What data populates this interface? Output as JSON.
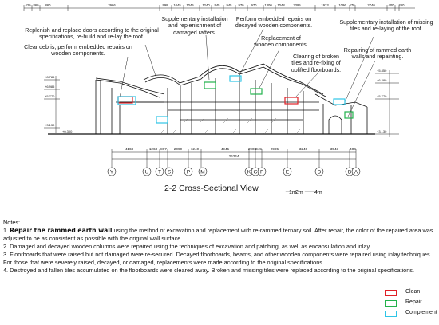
{
  "annotations": {
    "a1": "Replenish and replace doors according to the original specifications, re-build and re-lay the roof.",
    "a2": "Supplementary installation and replenishment of damaged rafters.",
    "a3": "Perform embedded repairs on decayed wooden components.",
    "a4": "Supplementary installation of missing tiles and re-laying of the roof.",
    "a5": "Clear debris, perform embedded repairs on wooden components.",
    "a6": "Replacement of wooden components.",
    "a7": "Clearing of broken tiles and re-fixing of uplifted floorboards.",
    "a8": "Repairing of rammed earth walls and repainting."
  },
  "top_dims": [
    "420",
    "860",
    "860",
    "2966",
    "998",
    "1045",
    "1045",
    "1240",
    "945",
    "945",
    "970",
    "970",
    "1300",
    "1048",
    "3395",
    "1933",
    "1096",
    "478",
    "2740",
    "400",
    "260"
  ],
  "bottom_dims": [
    "4168",
    "1263",
    "867",
    "2090",
    "1240",
    "4945",
    "2900",
    "349",
    "2995",
    "3240",
    "3543",
    "400"
  ],
  "total_dim": "26244",
  "axes": [
    "Y",
    "U",
    "T",
    "S",
    "P",
    "M",
    "K",
    "G",
    "F",
    "E",
    "D",
    "B",
    "A"
  ],
  "view_title": "2-2 Cross-Sectional View",
  "scale": {
    "label_1": "1m",
    "label_2": "2m",
    "label_3": "4m"
  },
  "notes": {
    "heading": "Notes:",
    "n1_lead": "Repair the rammed earth wall",
    "n1_prefix": "1. ",
    "n1_rest": " using the method of excavation and replacement with re-rammed ternary soil. After repair, the color of the repaired area was adjusted to be as consistent as possible with the original wall surface.",
    "n2": "2. Damaged and decayed wooden columns were repaired using the techniques of excavation and patching, as well as encapsulation and inlay.",
    "n3": "3. Floorboards that were raised but not damaged were re-secured. Decayed floorboards, beams, and other wooden components were repaired using inlay techniques. For those that were severely raised, decayed, or damaged, replacements were made according to the original specifications.",
    "n4": "4. Destroyed and fallen tiles accumulated on the floorboards were cleared away. Broken and missing tiles were replaced according to the original specifications."
  },
  "legend": [
    {
      "label": "Clean",
      "color": "#e02027"
    },
    {
      "label": "Repair",
      "color": "#22b24c"
    },
    {
      "label": "Complement",
      "color": "#2ec5e6"
    }
  ],
  "elevations": [
    "+8.785",
    "+6.985",
    "+5.770",
    "+3.130",
    "+5.850",
    "+6.280",
    "+5.770",
    "+3.130",
    "+0.300"
  ]
}
